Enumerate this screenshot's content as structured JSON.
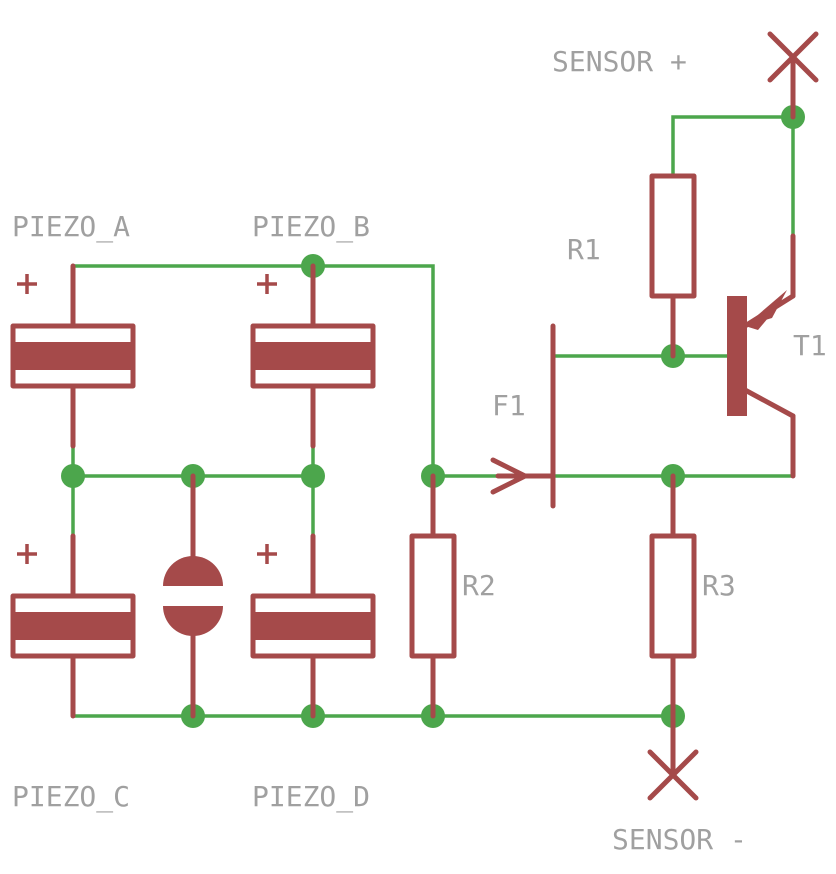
{
  "labels": {
    "sensor_plus": "SENSOR +",
    "sensor_minus": "SENSOR -",
    "piezo_a": "PIEZO_A",
    "piezo_b": "PIEZO_B",
    "piezo_c": "PIEZO_C",
    "piezo_d": "PIEZO_D",
    "r1": "R1",
    "r2": "R2",
    "r3": "R3",
    "t1": "T1",
    "f1": "F1"
  },
  "colors": {
    "wire": "#4ca64c",
    "component": "#a54a4a",
    "label": "#a0a0a0",
    "background": "#ffffff"
  }
}
